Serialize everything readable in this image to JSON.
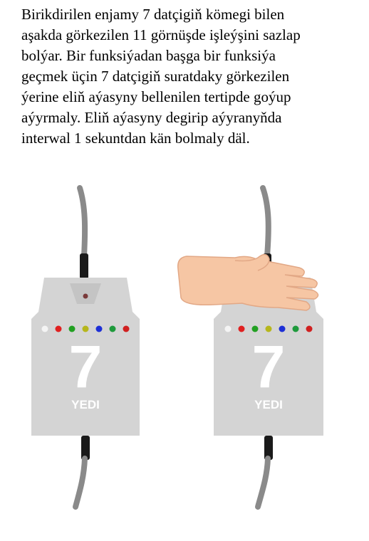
{
  "instruction": {
    "lines": [
      "Birikdirilen enjamy 7 datçigiň kömegi bilen",
      "aşakda görkezilen 11 görnüşde işleýşini sazlap",
      "bolýar. Bir funksiýadan başga bir funksiýa",
      "geçmek üçin 7 datçigiň suratdaky görkezilen",
      "ýerine eliň aýasyny bellenilen tertipde goýup",
      "aýyrmaly. Eliň aýasyny degirip aýyranyňda",
      "interwal 1 sekuntdan kän bolmaly däl."
    ]
  },
  "device_left": {
    "number": "7",
    "brand": "YEDI",
    "sensor_color": "#7a3a3a"
  },
  "device_right": {
    "number": "7",
    "brand": "YEDI"
  },
  "led_colors": [
    "#f4f4f4",
    "#e02020",
    "#22a022",
    "#b6b61c",
    "#1d2fd6",
    "#1e9a3c",
    "#d02020"
  ],
  "colors": {
    "device_body": "#d4d4d4",
    "cable": "#8a8a8a",
    "cable_sleeve": "#1a1a1a",
    "hand": "#f6c6a4"
  },
  "icons": [
    "hand-palm-icon"
  ]
}
